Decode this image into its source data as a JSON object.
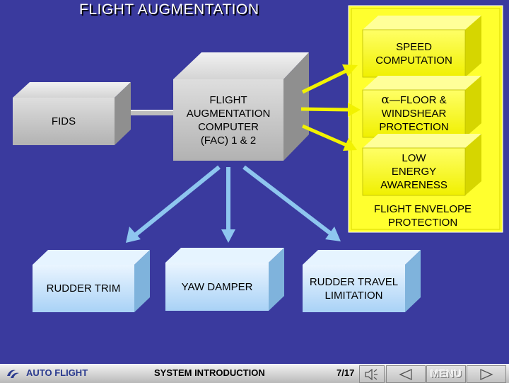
{
  "title": "FLIGHT AUGMENTATION",
  "nodes": {
    "fids": {
      "label": [
        "FIDS"
      ]
    },
    "fac": {
      "label": [
        "FLIGHT",
        "AUGMENTATION",
        "COMPUTER",
        "(FAC) 1 & 2"
      ]
    },
    "speed": {
      "label": [
        "SPEED",
        "COMPUTATION"
      ]
    },
    "alpha_floor": {
      "symbol": "α",
      "dash": "—",
      "label": [
        "FLOOR &",
        "WINDSHEAR",
        "PROTECTION"
      ]
    },
    "low_energy": {
      "label": [
        "LOW",
        "ENERGY",
        "AWARENESS"
      ]
    },
    "envelope": {
      "label": [
        "FLIGHT ENVELOPE",
        "PROTECTION"
      ]
    },
    "rudder_trim": {
      "label": [
        "RUDDER TRIM"
      ]
    },
    "yaw_damper": {
      "label": [
        "YAW DAMPER"
      ]
    },
    "rudder_travel": {
      "label": [
        "RUDDER TRAVEL",
        "LIMITATION"
      ]
    }
  },
  "footer": {
    "section": "AUTO FLIGHT",
    "topic": "SYSTEM INTRODUCTION",
    "page": "7/17",
    "menu_label": "MENU"
  },
  "colors": {
    "background": "#3a3a9e",
    "envelope_yellow": "#ffff2e",
    "box_grey": "#c8c8c8",
    "box_lightblue": "#c9e4ff",
    "arrow_yellow": "#f2f200",
    "arrow_blue": "#8ec6ef"
  },
  "icons": {
    "logo": "swirl-logo-icon",
    "audio": "speaker-icon",
    "back": "left-triangle-icon",
    "next": "right-triangle-icon"
  }
}
